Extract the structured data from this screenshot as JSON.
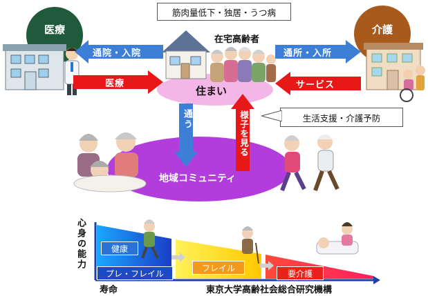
{
  "header": {
    "risk_factors": "筋肉量低下・独居・うつ病",
    "home_elderly": "在宅高齢者"
  },
  "nodes": {
    "medical": "医療",
    "care": "介護",
    "housing": "住まい",
    "community": "地域コミュニティ"
  },
  "arrows": {
    "visit_hospital": "通院・入院",
    "medical_service": "医療",
    "day_care": "通所・入所",
    "care_service": "サービス",
    "commute": "通う",
    "watch_over": "様子を見る"
  },
  "support_box": "生活支援・介護予防",
  "frailty": {
    "y_axis": "心身の能力",
    "x_axis": "寿命",
    "stage_healthy": "健康",
    "stage_pre_frail": "プレ・フレイル",
    "stage_frail": "フレイル",
    "stage_care": "要介護",
    "credit": "東京大学高齢社会総合研究機構"
  },
  "colors": {
    "medical": "#1f5a3a",
    "care": "#a85a1c",
    "blue_arrow": "#3d7fd6",
    "red_arrow": "#e81818",
    "housing_ellipse": "#f4b6e6",
    "community_ellipse": "#b23cdc"
  }
}
